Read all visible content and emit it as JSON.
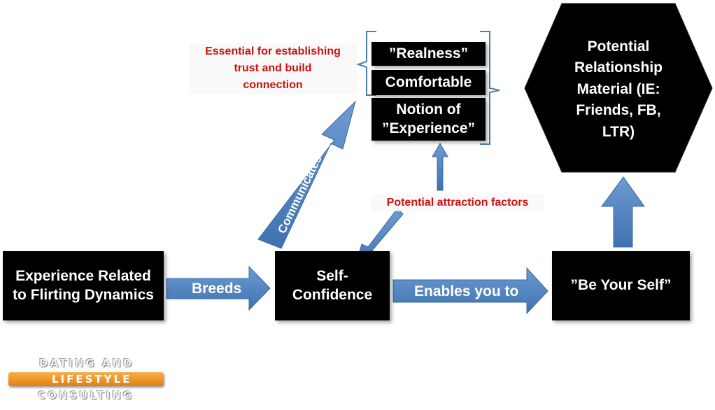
{
  "nodes": {
    "experience": "Experience Related to Flirting Dynamics",
    "self_confidence": "Self-Confidence",
    "be_yourself": "”Be Your Self”",
    "realness": "”Realness”",
    "comfortable": "Comfortable",
    "notion_line1": "Notion of",
    "notion_line2": "”Experience”",
    "hexagon_line1": "Potential",
    "hexagon_line2": "Relationship",
    "hexagon_line3": "Material (IE:",
    "hexagon_line4": "Friends, FB,",
    "hexagon_line5": "LTR)"
  },
  "arrows": {
    "breeds": "Breeds",
    "enables": "Enables you to",
    "communicates": "Communicates"
  },
  "annotations": {
    "essential_line1": "Essential for establishing",
    "essential_line2": "trust and build",
    "essential_line3": "connection",
    "attraction": "Potential attraction factors"
  },
  "logo": {
    "line1": "DATING AND",
    "line2": "LIFESTYLE",
    "line3": "CONSULTING"
  },
  "colors": {
    "arrow_fill": "#4a7ebb",
    "arrow_stroke": "#3b6aa3",
    "red_text": "#cc1111",
    "bracket": "#4a7ebb",
    "logo_orange": "#e8901e"
  }
}
